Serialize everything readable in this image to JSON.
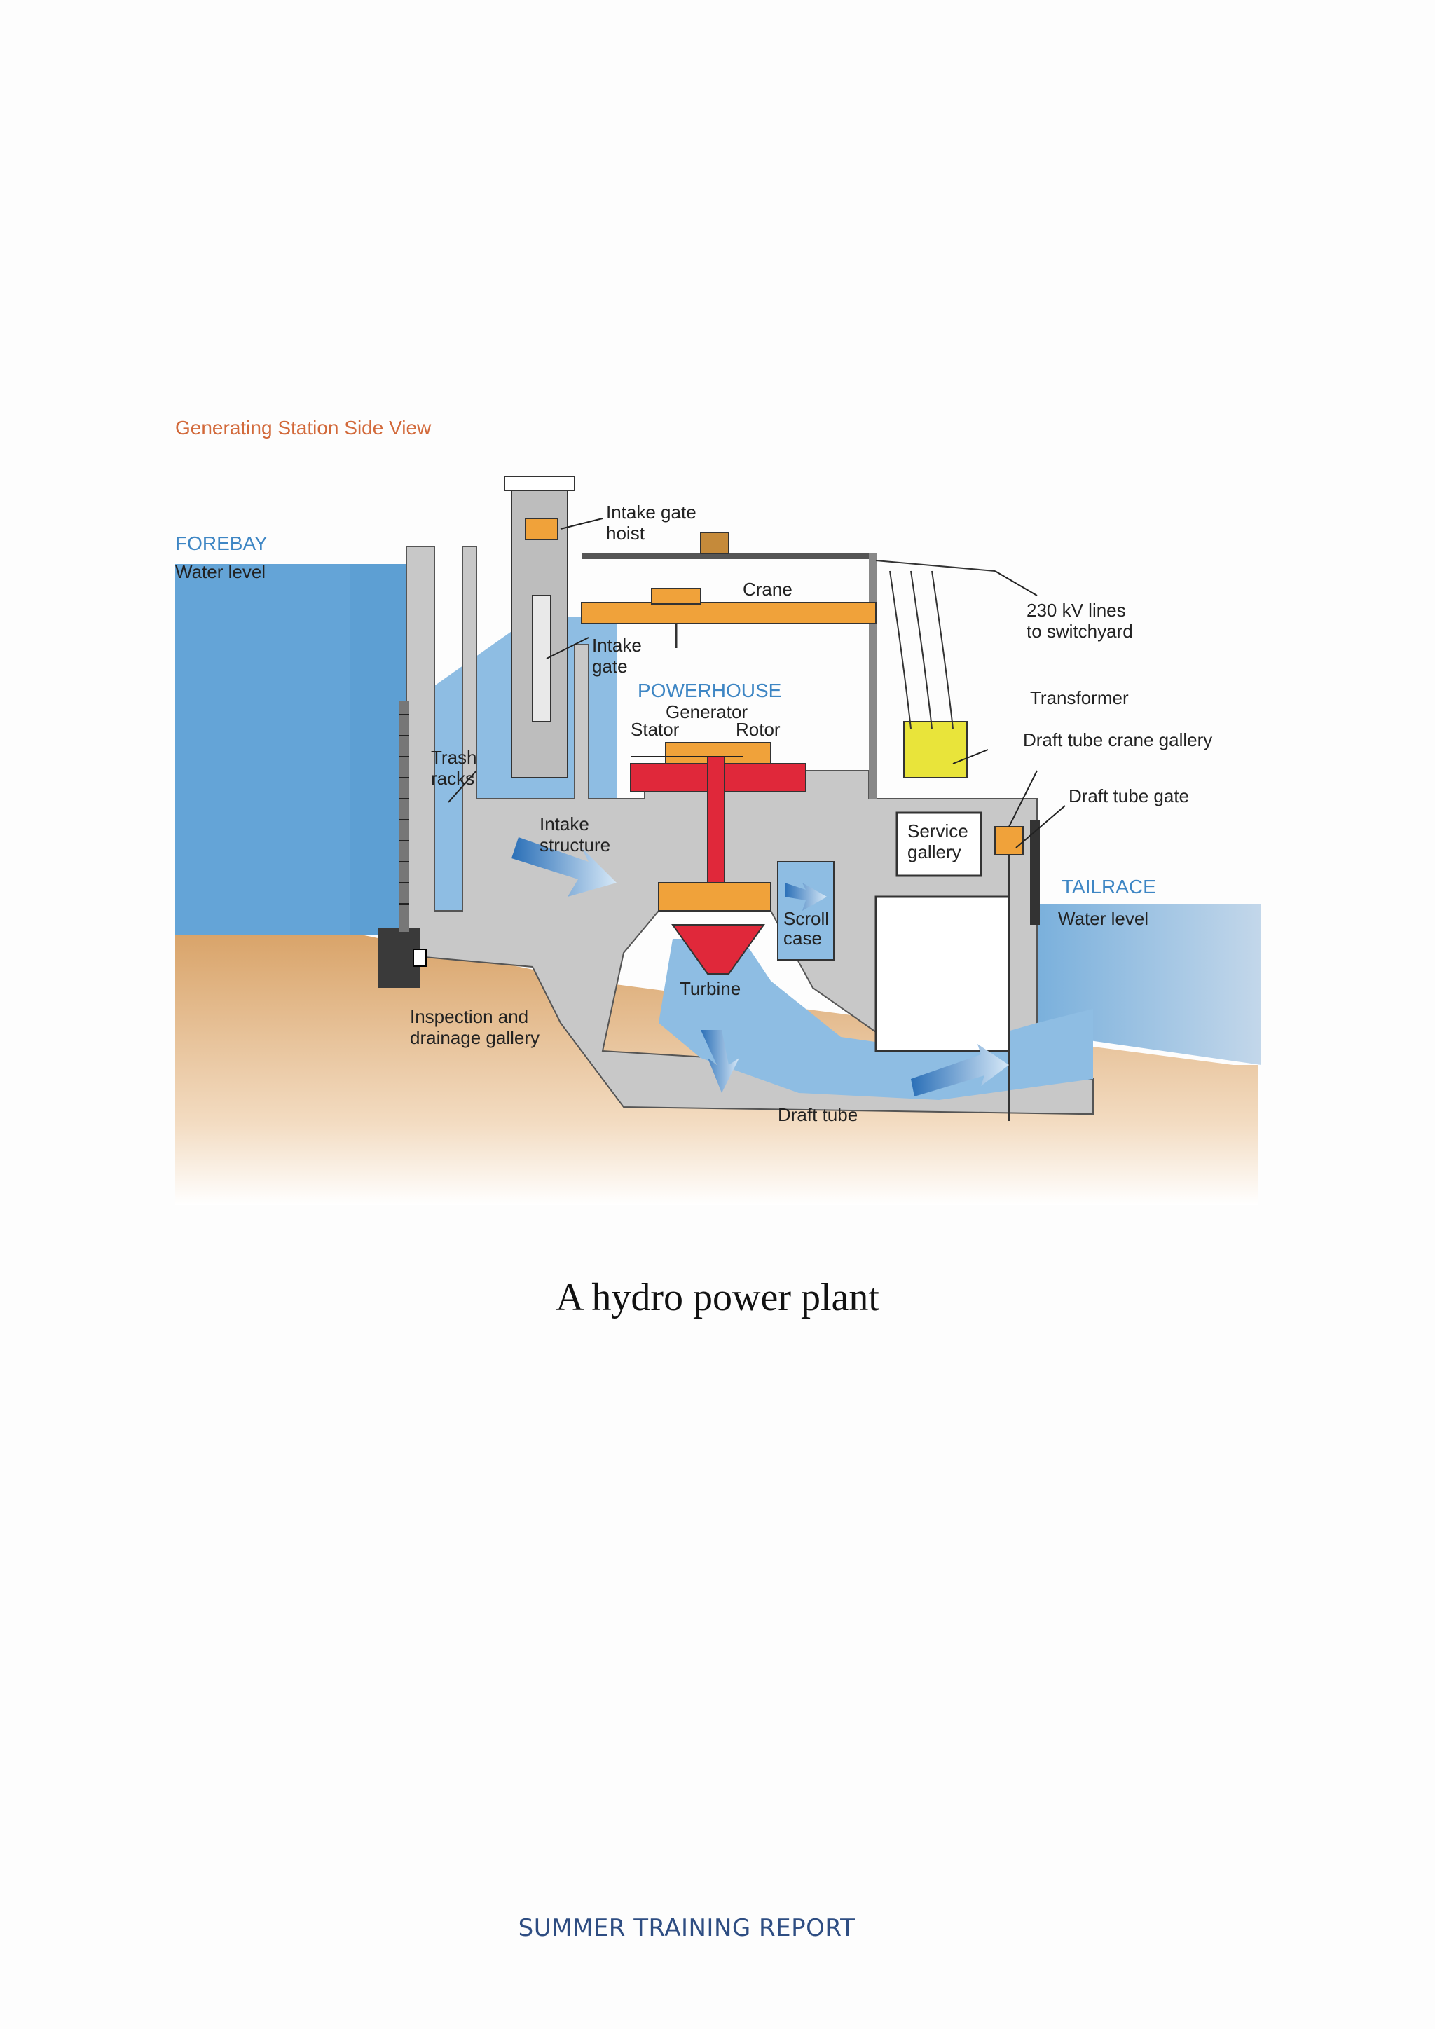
{
  "figure": {
    "title": "Generating Station Side View",
    "labels": {
      "forebay": "FOREBAY",
      "forebay_water": "Water level",
      "intake_gate_hoist_1": "Intake gate",
      "intake_gate_hoist_2": "hoist",
      "crane": "Crane",
      "lines_1": "230 kV lines",
      "lines_2": "to switchyard",
      "intake_gate_1": "Intake",
      "intake_gate_2": "gate",
      "powerhouse": "POWERHOUSE",
      "generator": "Generator",
      "stator": "Stator",
      "rotor": "Rotor",
      "transformer": "Transformer",
      "draft_tube_crane_gallery": "Draft tube crane gallery",
      "trash_racks_1": "Trash",
      "trash_racks_2": "racks",
      "draft_tube_gate": "Draft tube gate",
      "intake_structure_1": "Intake",
      "intake_structure_2": "structure",
      "service_gallery_1": "Service",
      "service_gallery_2": "gallery",
      "tailrace": "TAILRACE",
      "tailrace_water": "Water level",
      "scroll_case_1": "Scroll",
      "scroll_case_2": "case",
      "turbine": "Turbine",
      "inspection_1": "Inspection and",
      "inspection_2": "drainage gallery",
      "draft_tube": "Draft tube"
    },
    "colors": {
      "title": "#d2693a",
      "section_heading": "#3e86c4",
      "water": "#6aa6d6",
      "ground": "#d9a46a",
      "concrete": "#c9c9c9",
      "machinery_orange": "#f0a23a",
      "generator_red": "#e0283a",
      "transformer_yellow": "#e9e43a"
    }
  },
  "caption": "A hydro power plant",
  "footer": "SUMMER TRAINING REPORT"
}
